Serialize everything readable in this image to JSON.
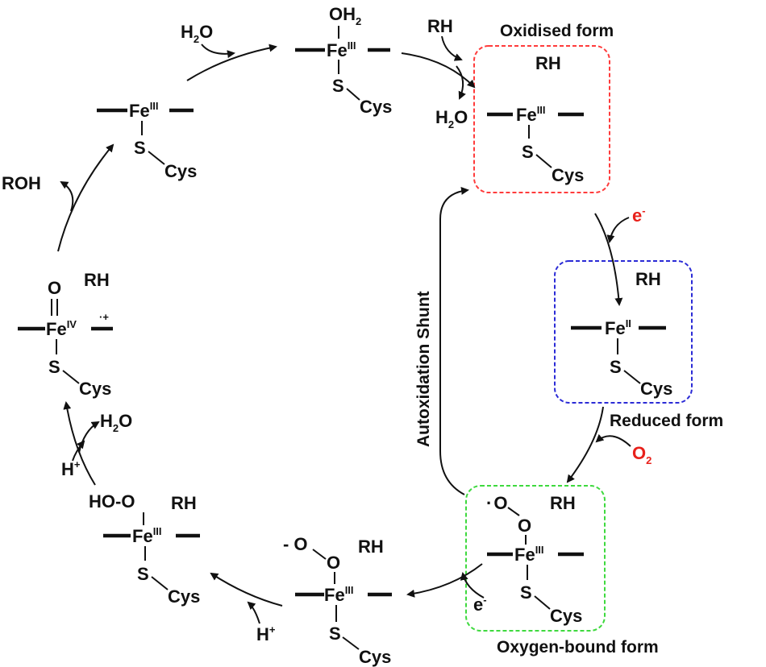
{
  "colors": {
    "oxidised_box": "#ff3b3b",
    "reduced_box": "#2b2bd6",
    "oxygen_box": "#3ed93e",
    "electron_label": "#e8211b",
    "o2_label": "#e8211b",
    "ink": "#111111"
  },
  "common": {
    "fe": "Fe",
    "s": "S",
    "cys": "Cys",
    "rh": "RH",
    "ox_iii": "III",
    "ox_ii": "II",
    "ox_iv": "IV",
    "o": "O"
  },
  "labels": {
    "oxidised_form": "Oxidised form",
    "reduced_form": "Reduced form",
    "oxygen_bound_form": "Oxygen-bound form",
    "autoxidation_shunt": "Autoxidation Shunt"
  },
  "reagents": {
    "h2o_in_top": "H",
    "h2o_in_top_sub": "2",
    "h2o_in_top_tail": "O",
    "rh_in": "RH",
    "h2o_out": "H",
    "h2o_out_sub": "2",
    "h2o_out_tail": "O",
    "e_minus_1": "e",
    "e_minus_1_sup": "-",
    "o2": "O",
    "o2_sub": "2",
    "e_minus_2": "e",
    "e_minus_2_sup": "-",
    "h_plus_bottom": "H",
    "h_plus_bottom_sup": "+",
    "h_plus_left": "H",
    "h_plus_left_sup": "+",
    "h2o_left": "H",
    "h2o_left_sub": "2",
    "h2o_left_tail": "O",
    "roh": "ROH"
  },
  "species": {
    "aqua_ligand": "OH",
    "aqua_ligand_sub": "2",
    "hydroperoxo": "HO-",
    "peroxo_minus": "-",
    "radical_dot": "·",
    "cation_radical": "·+"
  }
}
